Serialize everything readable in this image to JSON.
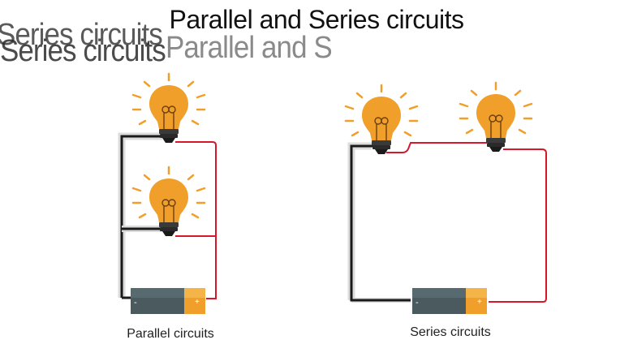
{
  "title": "Parallel and Series circuits",
  "ghost_text": {
    "line_a": "Series circuits",
    "line_b": "Series circuits",
    "line_c": "Parallel and S"
  },
  "captions": {
    "parallel": "Parallel circuits",
    "series": "Series circuits"
  },
  "battery": {
    "minus_sign": "-",
    "plus_sign": "+"
  },
  "icons": [
    "light-bulb-icon",
    "battery-icon"
  ],
  "colors": {
    "bulb_glass": "#f0a02a",
    "bulb_base": "#333333",
    "ray": "#f0a02a",
    "wire_negative": "#1a1a1a",
    "wire_positive": "#d7182a",
    "battery_body": "#4a5a5f",
    "battery_cap": "#f0a02a"
  }
}
